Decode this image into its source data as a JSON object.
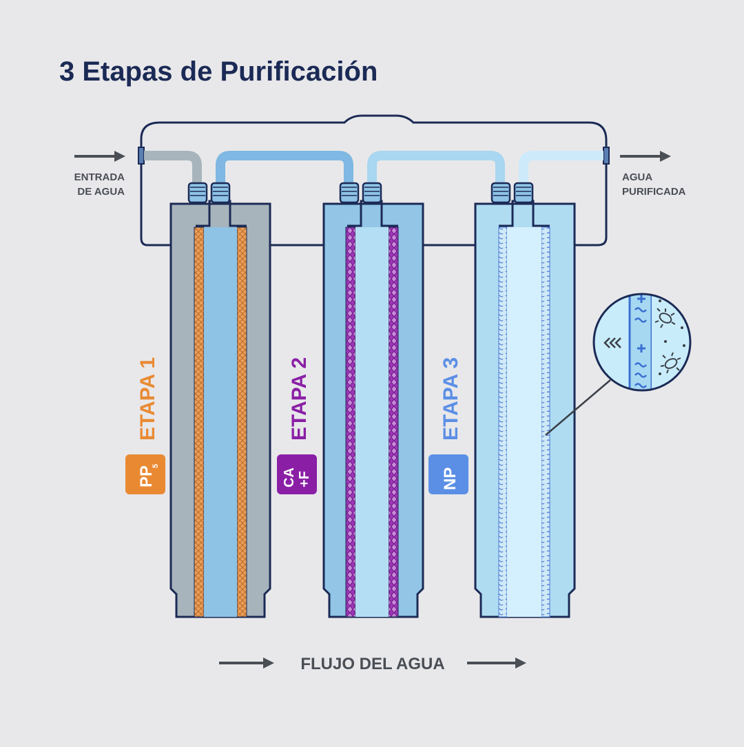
{
  "title": "3 Etapas de Purificación",
  "inlet": {
    "line1": "ENTRADA",
    "line2": "DE AGUA"
  },
  "outlet": {
    "line1": "AGUA",
    "line2": "PURIFICADA"
  },
  "flow_label": "FLUJO DEL AGUA",
  "stages": [
    {
      "label": "ETAPA 1",
      "badge_main": "PP",
      "badge_sub": "5",
      "color": "#e98a33"
    },
    {
      "label": "ETAPA 2",
      "badge_main": "CA",
      "badge_sub": "+F",
      "color": "#8a1fa6"
    },
    {
      "label": "ETAPA 3",
      "badge_main": "NP",
      "badge_sub": "",
      "color": "#5b8fe6"
    }
  ],
  "colors": {
    "background": "#e8e8ea",
    "outline": "#1b2a55",
    "title": "#1b2a55",
    "arrow": "#4a4e55"
  },
  "icons": [
    "right-arrow-icon",
    "bacteria-icon",
    "double-chevron-left-icon",
    "magnifier-callout-icon"
  ]
}
